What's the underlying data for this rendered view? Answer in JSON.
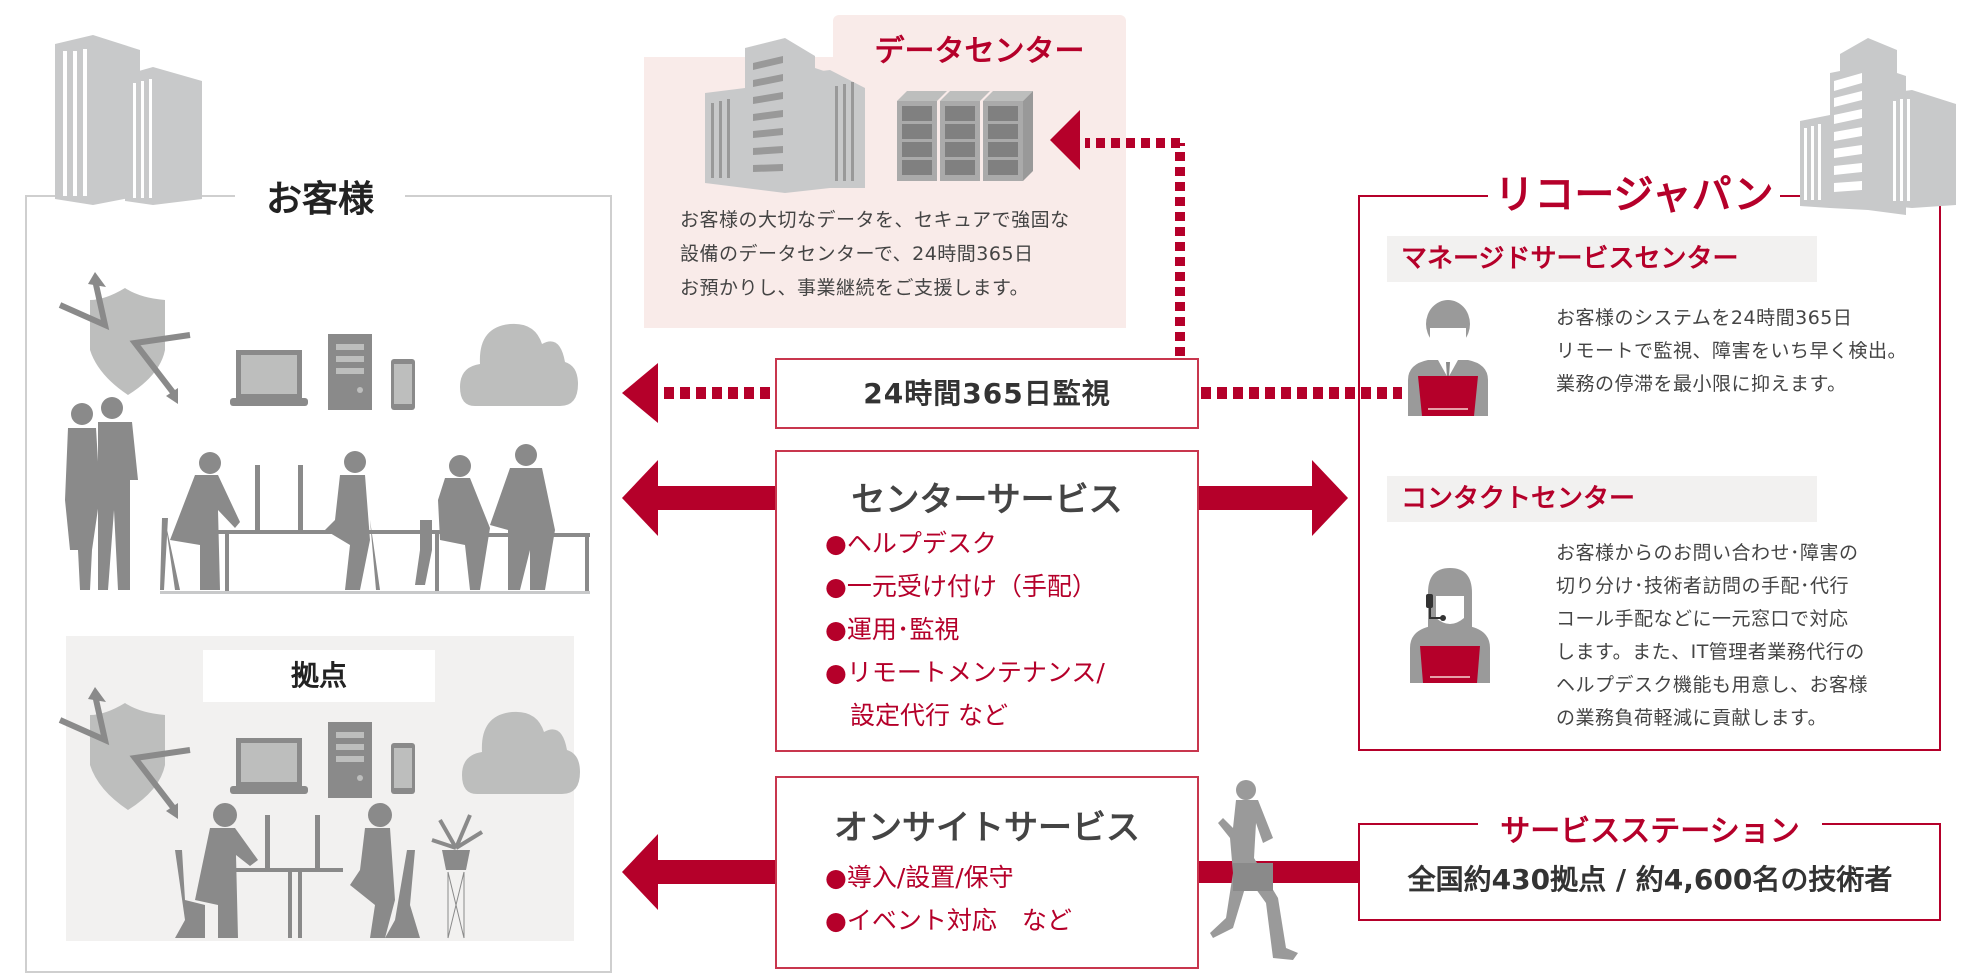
{
  "customer": {
    "title": "お客様",
    "branch_label": "拠点"
  },
  "data_center": {
    "title": "データセンター",
    "description_lines": [
      "お客様の大切なデータを、セキュアで強固な",
      "設備のデータセンターで、24時間365日",
      "お預かりし、事業継続をご支援します。"
    ]
  },
  "monitoring": {
    "label": "24時間365日監視"
  },
  "center_service": {
    "title": "センターサービス",
    "items": [
      "●ヘルプデスク",
      "●一元受け付け（手配）",
      "●運用･監視",
      "●リモートメンテナンス/",
      "　設定代行 など"
    ]
  },
  "onsite_service": {
    "title": "オンサイトサービス",
    "items": [
      "●導入/設置/保守",
      "●イベント対応　など"
    ]
  },
  "ricoh": {
    "title": "リコージャパン",
    "managed_service_center": {
      "title": "マネージドサービスセンター",
      "description_lines": [
        "お客様のシステムを24時間365日",
        "リモートで監視、障害をいち早く検出。",
        "業務の停滞を最小限に抑えます。"
      ]
    },
    "contact_center": {
      "title": "コンタクトセンター",
      "description_lines": [
        "お客様からのお問い合わせ･障害の",
        "切り分け･技術者訪問の手配･代行",
        "コール手配などに一元窓口で対応",
        "します。また、IT管理者業務代行の",
        "ヘルプデスク機能も用意し、お客様",
        "の業務負荷軽減に貢献します。"
      ]
    }
  },
  "service_station": {
    "title": "サービスステーション",
    "value": "全国約430拠点 / 約4,600名の技術者"
  },
  "colors": {
    "accent_red": "#b5002a",
    "icon_gray": "#8a8a8a",
    "building_gray": "#c8c9ca",
    "datacenter_bg": "#f9ebe9",
    "panel_bg": "#f2f1f0"
  }
}
